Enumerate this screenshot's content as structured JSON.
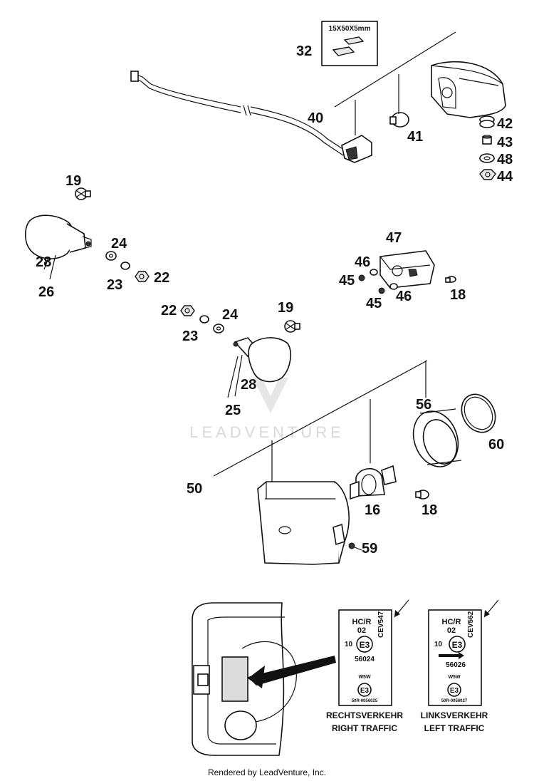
{
  "callouts": [
    {
      "id": "32",
      "text": "32"
    },
    {
      "id": "40",
      "text": "40"
    },
    {
      "id": "41",
      "text": "41"
    },
    {
      "id": "42",
      "text": "42"
    },
    {
      "id": "43",
      "text": "43"
    },
    {
      "id": "48",
      "text": "48"
    },
    {
      "id": "44",
      "text": "44"
    },
    {
      "id": "19a",
      "text": "19"
    },
    {
      "id": "24a",
      "text": "24"
    },
    {
      "id": "28a",
      "text": "28"
    },
    {
      "id": "23a",
      "text": "23"
    },
    {
      "id": "22a",
      "text": "22"
    },
    {
      "id": "26",
      "text": "26"
    },
    {
      "id": "47",
      "text": "47"
    },
    {
      "id": "46a",
      "text": "46"
    },
    {
      "id": "45a",
      "text": "45"
    },
    {
      "id": "45b",
      "text": "45"
    },
    {
      "id": "46b",
      "text": "46"
    },
    {
      "id": "18a",
      "text": "18"
    },
    {
      "id": "22b",
      "text": "22"
    },
    {
      "id": "23b",
      "text": "23"
    },
    {
      "id": "24b",
      "text": "24"
    },
    {
      "id": "19b",
      "text": "19"
    },
    {
      "id": "28b",
      "text": "28"
    },
    {
      "id": "25",
      "text": "25"
    },
    {
      "id": "56",
      "text": "56"
    },
    {
      "id": "60",
      "text": "60"
    },
    {
      "id": "50",
      "text": "50"
    },
    {
      "id": "16",
      "text": "16"
    },
    {
      "id": "18b",
      "text": "18"
    },
    {
      "id": "59",
      "text": "59"
    }
  ],
  "pad_box_label": "15X50X5mm",
  "watermark": "LEADVENTURE",
  "labels": {
    "right": {
      "code": "CEV547",
      "hcr": "HC/R",
      "num": "02",
      "ten": "10",
      "e3": "E3",
      "approval": "56024",
      "w5w": "W5W",
      "serial": "50R-0056025",
      "caption_de": "RECHTSVERKEHR",
      "caption_en": "RIGHT TRAFFIC"
    },
    "left": {
      "code": "CEV562",
      "hcr": "HC/R",
      "num": "02",
      "ten": "10",
      "e3": "E3",
      "approval": "56026",
      "w5w": "W5W",
      "serial": "50R-0056027",
      "caption_de": "LINKSVERKEHR",
      "caption_en": "LEFT TRAFFIC"
    }
  },
  "footer": "Rendered by LeadVenture, Inc."
}
